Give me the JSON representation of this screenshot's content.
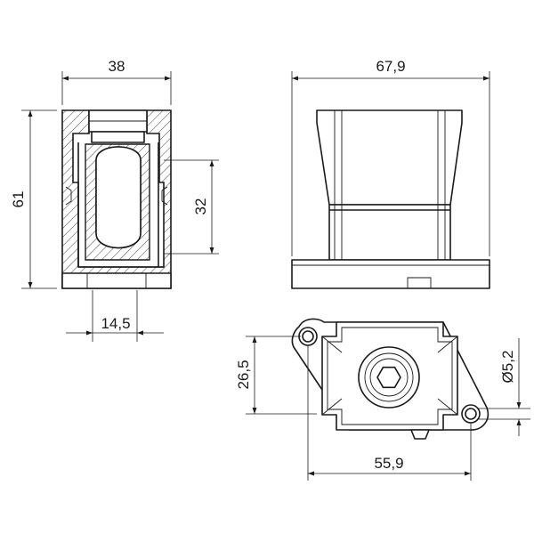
{
  "dimensions": {
    "section_width": "38",
    "section_height": "61",
    "inner_height": "32",
    "bottom_width": "14,5",
    "side_width": "67,9",
    "top_height": "26,5",
    "hole_diameter": "Ø5,2",
    "top_width": "55,9"
  },
  "colors": {
    "line": "#1a1a1a",
    "background": "#ffffff",
    "hatch": "#1a1a1a"
  }
}
